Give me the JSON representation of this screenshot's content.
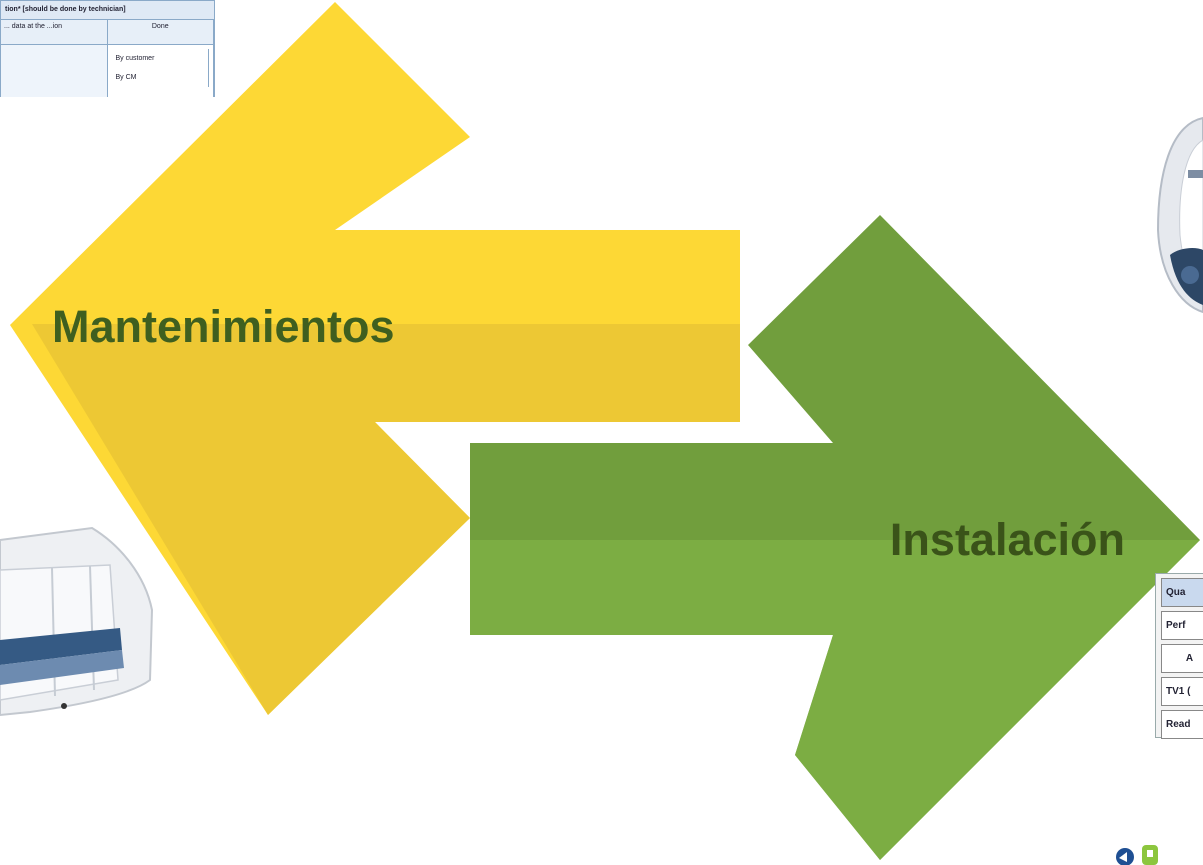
{
  "diagram": {
    "left_arrow": {
      "label": "Mantenimientos",
      "fill_color": "#FDD835",
      "shade_color": "#E5C234",
      "text_color": "#3F5F1F"
    },
    "right_arrow": {
      "label": "Instalación",
      "fill_color": "#719E3D",
      "shade_color": "#82B446",
      "text_color": "#3A5319"
    }
  },
  "thumbnails": {
    "top_left_table": {
      "title": "tion* [should be done by technician]",
      "header_left": "... data at the ...ion",
      "header_right": "Done",
      "rows": [
        "By customer",
        "By CM"
      ]
    },
    "right_table": {
      "rows": [
        "Qua",
        "Perf",
        "A",
        "TV1 (",
        "Read"
      ]
    }
  }
}
